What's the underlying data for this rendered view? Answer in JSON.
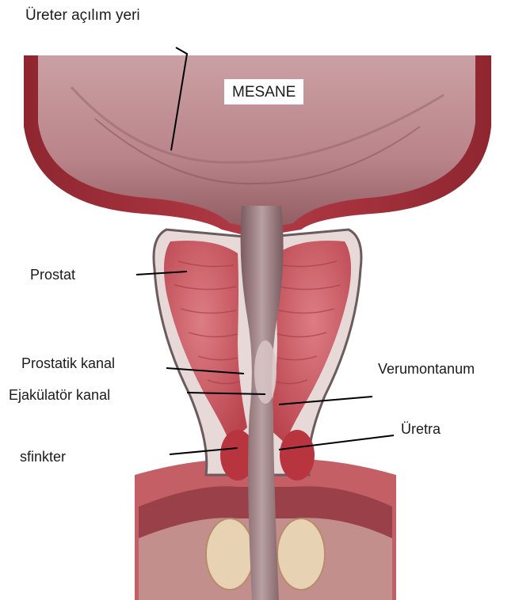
{
  "diagram": {
    "labels": {
      "ureteral_opening": "Üreter açılım yeri",
      "bladder": "MESANE",
      "prostate": "Prostat",
      "prostatic_duct": "Prostatik kanal",
      "ejaculatory_duct": "Ejakülatör kanal",
      "sphincter": "sfinkter",
      "verumontanum": "Verumontanum",
      "urethra": "Üretra"
    },
    "colors": {
      "bladder_lining": "#cfa3a6",
      "muscle_wall": "#a3303a",
      "prostate_tissue": "#c9575f",
      "urethra": "#8f6f72",
      "leader_line": "#000000"
    }
  }
}
